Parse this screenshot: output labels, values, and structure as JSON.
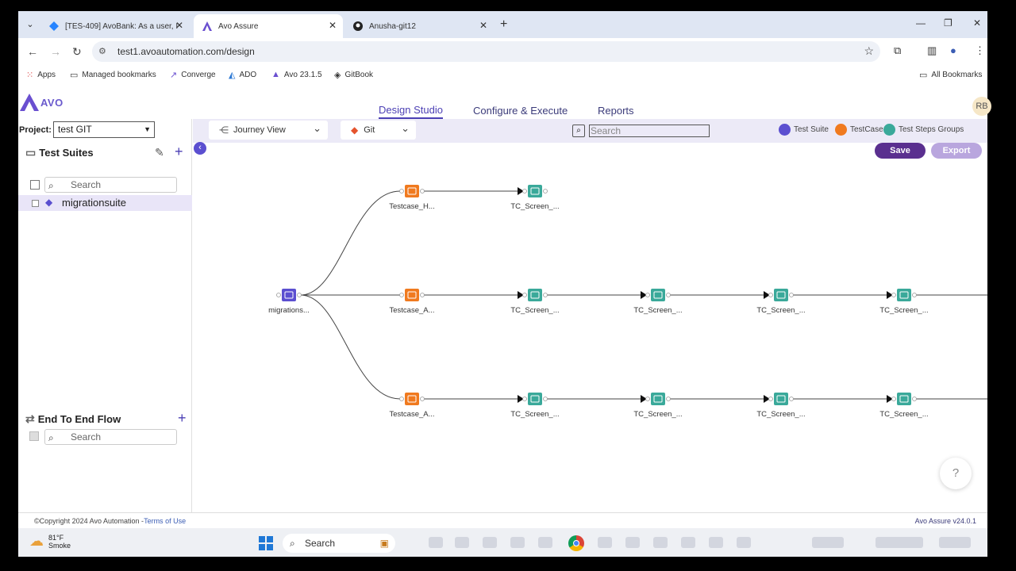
{
  "browser": {
    "tabs": [
      {
        "title": "[TES-409] AvoBank: As a user, I",
        "active": false
      },
      {
        "title": "Avo Assure",
        "active": true
      },
      {
        "title": "Anusha-git12",
        "active": false
      }
    ],
    "url": "test1.avoautomation.com/design",
    "bookmarks": [
      {
        "label": "Apps",
        "icon": "apps-grid-icon"
      },
      {
        "label": "Managed bookmarks",
        "icon": "folder-icon"
      },
      {
        "label": "Converge",
        "icon": "converge-icon"
      },
      {
        "label": "ADO",
        "icon": "azure-devops-icon"
      },
      {
        "label": "Avo 23.1.5",
        "icon": "avo-icon"
      },
      {
        "label": "GitBook",
        "icon": "gitbook-icon"
      }
    ],
    "all_bookmarks": "All Bookmarks"
  },
  "app": {
    "logo_text": "AVO",
    "nav": [
      {
        "label": "Design Studio",
        "active": true
      },
      {
        "label": "Configure & Execute",
        "active": false
      },
      {
        "label": "Reports",
        "active": false
      }
    ],
    "avatar": "RB",
    "accent": "#4b3fb4"
  },
  "sidebar": {
    "project_label": "Project:",
    "project_value": "test GIT",
    "test_suites_title": "Test Suites",
    "search_placeholder": "Search",
    "suites": [
      {
        "name": "migrationsuite"
      }
    ],
    "e2e_title": "End To End Flow",
    "e2e_search_placeholder": "Search"
  },
  "canvas": {
    "view_select": "Journey View",
    "vcs_select": "Git",
    "search_placeholder": "Search",
    "legend": [
      {
        "label": "Test Suite",
        "color": "#5b4fd0"
      },
      {
        "label": "TestCase",
        "color": "#f07a1f"
      },
      {
        "label": "Test Steps Groups",
        "color": "#3aa99a"
      }
    ],
    "save_label": "Save",
    "export_label": "Export",
    "help_label": "?",
    "nodes": {
      "suite": "migrations...",
      "testcases": [
        "Testcase_H...",
        "Testcase_A...",
        "Testcase_A..."
      ],
      "screen_label": "TC_Screen_..."
    }
  },
  "footer": {
    "copyright": "©Copyright 2024 Avo Automation -",
    "terms": "Terms of Use",
    "version": "Avo Assure v24.0.1"
  },
  "taskbar": {
    "temp": "81°F",
    "weather": "Smoke",
    "search_placeholder": "Search"
  }
}
